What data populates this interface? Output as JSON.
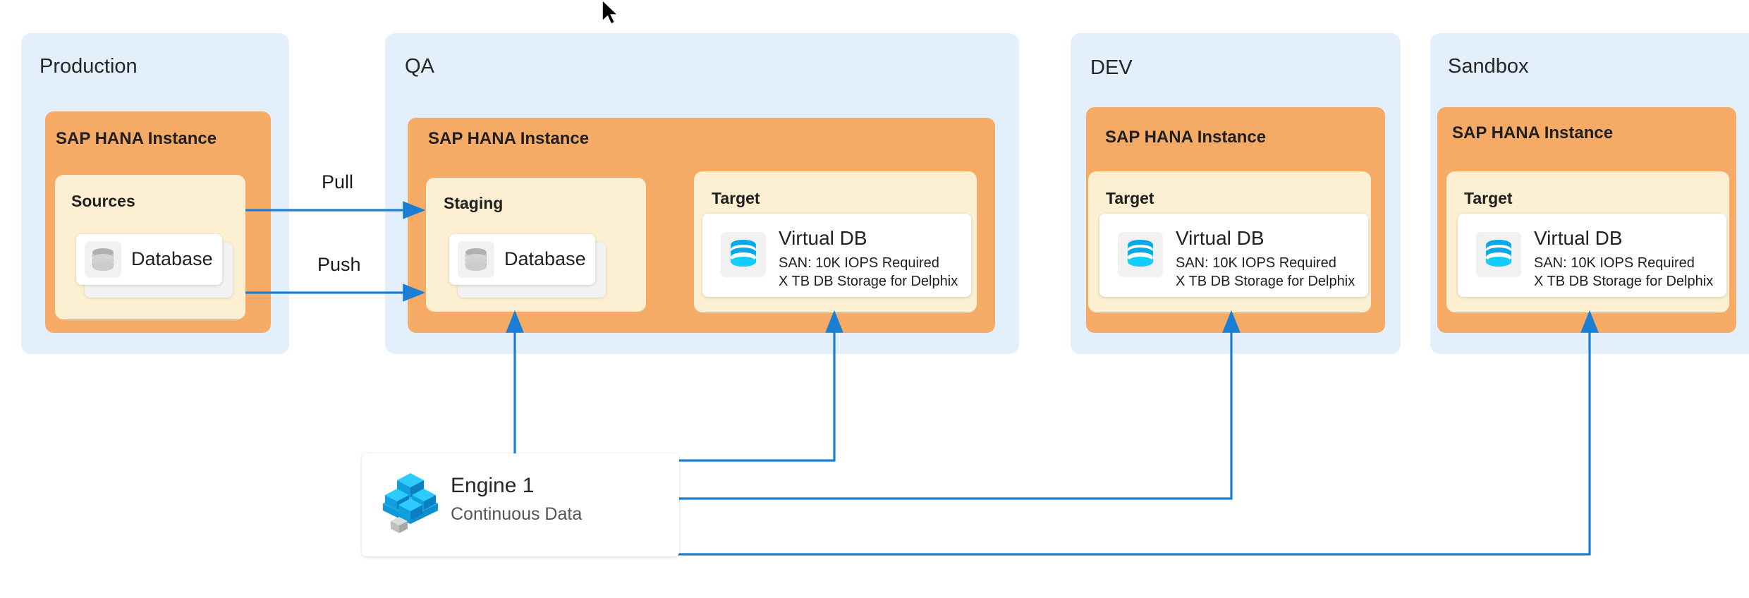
{
  "diagram": {
    "environments": [
      {
        "id": "production",
        "title": "Production",
        "instance_title": "SAP HANA Instance",
        "groups": [
          {
            "id": "sources",
            "title": "Sources",
            "card": {
              "title": "Database",
              "icon": "database-icon",
              "stacked": true
            }
          }
        ]
      },
      {
        "id": "qa",
        "title": "QA",
        "instance_title": "SAP HANA Instance",
        "groups": [
          {
            "id": "staging",
            "title": "Staging",
            "card": {
              "title": "Database",
              "icon": "database-icon",
              "stacked": true
            }
          },
          {
            "id": "target",
            "title": "Target",
            "card": {
              "title": "Virtual DB",
              "icon": "virtual-db-icon",
              "line1": "SAN: 10K IOPS Required",
              "line2": "X TB DB Storage for Delphix"
            }
          }
        ]
      },
      {
        "id": "dev",
        "title": "DEV",
        "instance_title": "SAP HANA Instance",
        "groups": [
          {
            "id": "target",
            "title": "Target",
            "card": {
              "title": "Virtual DB",
              "icon": "virtual-db-icon",
              "line1": "SAN: 10K IOPS Required",
              "line2": "X TB DB Storage for Delphix"
            }
          }
        ]
      },
      {
        "id": "sandbox",
        "title": "Sandbox",
        "instance_title": "SAP HANA Instance",
        "groups": [
          {
            "id": "target",
            "title": "Target",
            "card": {
              "title": "Virtual DB",
              "icon": "virtual-db-icon",
              "line1": "SAN: 10K IOPS Required",
              "line2": "X TB DB Storage for Delphix"
            }
          }
        ]
      }
    ],
    "engine": {
      "title": "Engine 1",
      "subtitle": "Continuous Data",
      "icon": "engine-cubes-icon"
    },
    "edge_labels": {
      "pull": "Pull",
      "push": "Push"
    },
    "colors": {
      "environment_panel": "#e3f0fc",
      "hana_panel": "#f5ab66",
      "group_panel": "#fdf0d2",
      "card": "#ffffff",
      "connector": "#1a7fd4",
      "virtual_db_icon": "#00b4f0",
      "database_icon": "#b3b3b3"
    }
  }
}
